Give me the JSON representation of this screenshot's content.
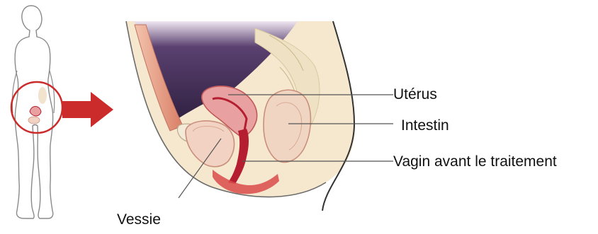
{
  "labels": {
    "uterus": "Utérus",
    "intestine": "Intestin",
    "vagina": "Vagin avant le traitement",
    "bladder": "Vessie"
  },
  "colors": {
    "outline": "#6b6b6b",
    "highlight_circle": "#cc2b2b",
    "arrow": "#cc2b2b",
    "cavity_dark": "#3a2748",
    "skin": "#f6e7cf",
    "muscle": "#e2957a",
    "uterus": "#e8a0a0",
    "uterus_lining": "#b41e30",
    "intestine": "#f0d6c2",
    "bladder": "#f2d3c3",
    "vagina": "#b41e30"
  },
  "icons": [
    "body-silhouette",
    "magnify-arrow"
  ]
}
